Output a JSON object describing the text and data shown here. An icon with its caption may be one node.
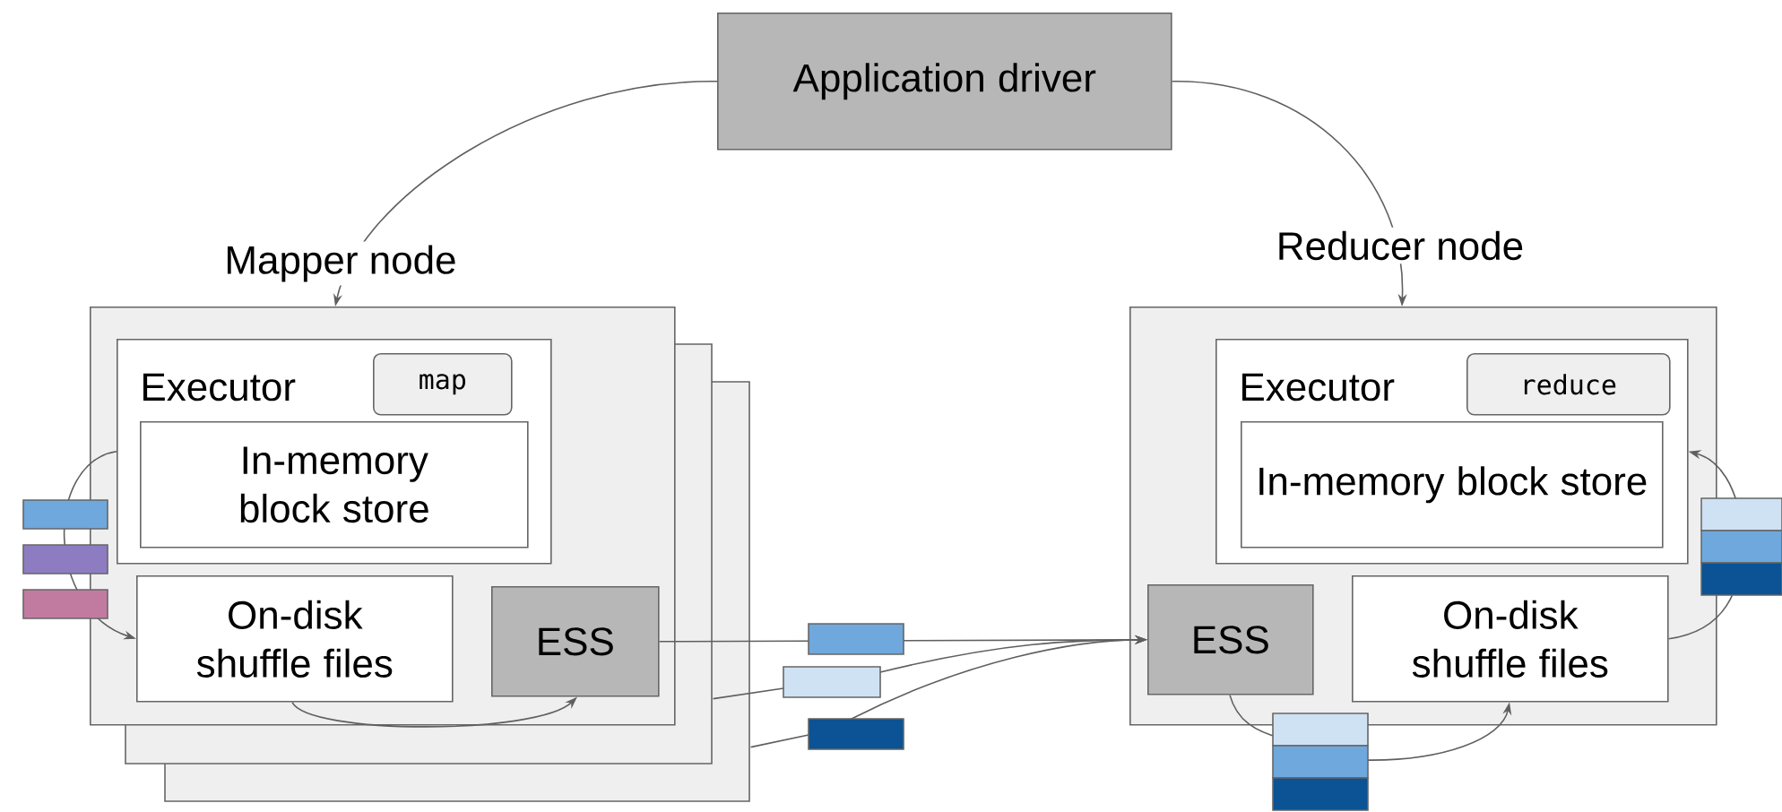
{
  "diagram": {
    "nodes": [
      {
        "text": [
          "Application driver"
        ]
      },
      {
        "text": [
          "Mapper node"
        ]
      },
      {
        "text": [
          "Executor"
        ],
        "in": 1
      },
      {
        "text": [
          "map"
        ],
        "in": 2
      },
      {
        "text": [
          "In-memory block store"
        ],
        "in": 2
      },
      {
        "text": [
          "On-disk shuffle files"
        ],
        "in": 1
      },
      {
        "text": [
          "ESS"
        ],
        "in": 1
      },
      {
        "text": [
          "Reducer node"
        ]
      },
      {
        "text": [
          "Executor"
        ],
        "in": 7
      },
      {
        "text": [
          "reduce"
        ],
        "in": 8
      },
      {
        "text": [
          "In-memory block store"
        ],
        "in": 8
      },
      {
        "text": [
          "ESS"
        ],
        "in": 7
      },
      {
        "text": [
          "On-disk shuffle files"
        ],
        "in": 7
      }
    ],
    "edges": [
      {
        "from": 0,
        "to": 1,
        "arrow": "to"
      },
      {
        "from": 0,
        "to": 7,
        "arrow": "to"
      },
      {
        "from": 2,
        "to": 5,
        "arrow": "to"
      },
      {
        "from": 5,
        "to": 6,
        "arrow": "to"
      },
      {
        "from": 6,
        "to": 11,
        "arrow": "to"
      },
      {
        "from": 1,
        "to": 11,
        "arrow": "to"
      },
      {
        "from": 1,
        "to": 11,
        "arrow": "to"
      },
      {
        "from": 11,
        "to": 12,
        "arrow": "to"
      },
      {
        "from": 12,
        "to": 8,
        "arrow": "to"
      }
    ]
  }
}
